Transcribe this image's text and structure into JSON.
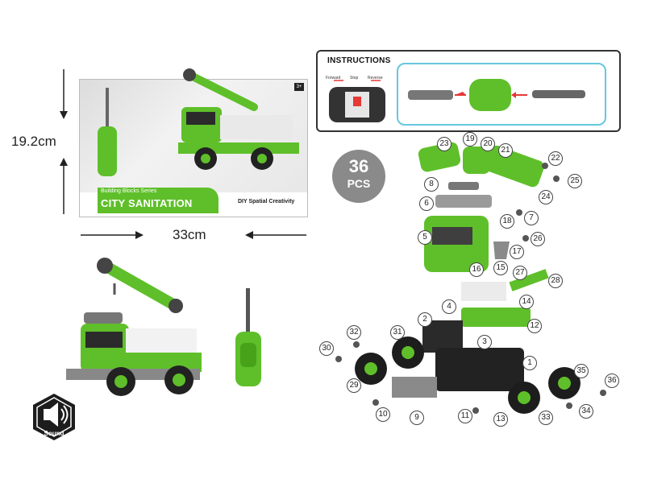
{
  "dimensions": {
    "height": "19.2cm",
    "width": "33cm"
  },
  "box": {
    "series": "Building Blocks Series",
    "title": "CITY SANITATION",
    "brand": "DIY Spatial Creativity",
    "age": "3+"
  },
  "instructions": {
    "title": "INSTRUCTIONS",
    "labels": [
      "Forward",
      "Stop",
      "Reverse"
    ]
  },
  "pieces": {
    "count": "36",
    "label": "PCS"
  },
  "sound": {
    "label": "Sound"
  },
  "part_numbers": [
    "1",
    "2",
    "3",
    "4",
    "5",
    "6",
    "7",
    "8",
    "9",
    "10",
    "11",
    "12",
    "13",
    "14",
    "15",
    "16",
    "17",
    "18",
    "19",
    "20",
    "21",
    "22",
    "23",
    "24",
    "25",
    "26",
    "27",
    "28",
    "29",
    "30",
    "31",
    "32",
    "33",
    "34",
    "35",
    "36"
  ],
  "colors": {
    "green": "#5fbf2a",
    "dark": "#222222",
    "grey": "#8a8a8a",
    "accent_blue": "#66c7dc",
    "red": "#e53935"
  }
}
